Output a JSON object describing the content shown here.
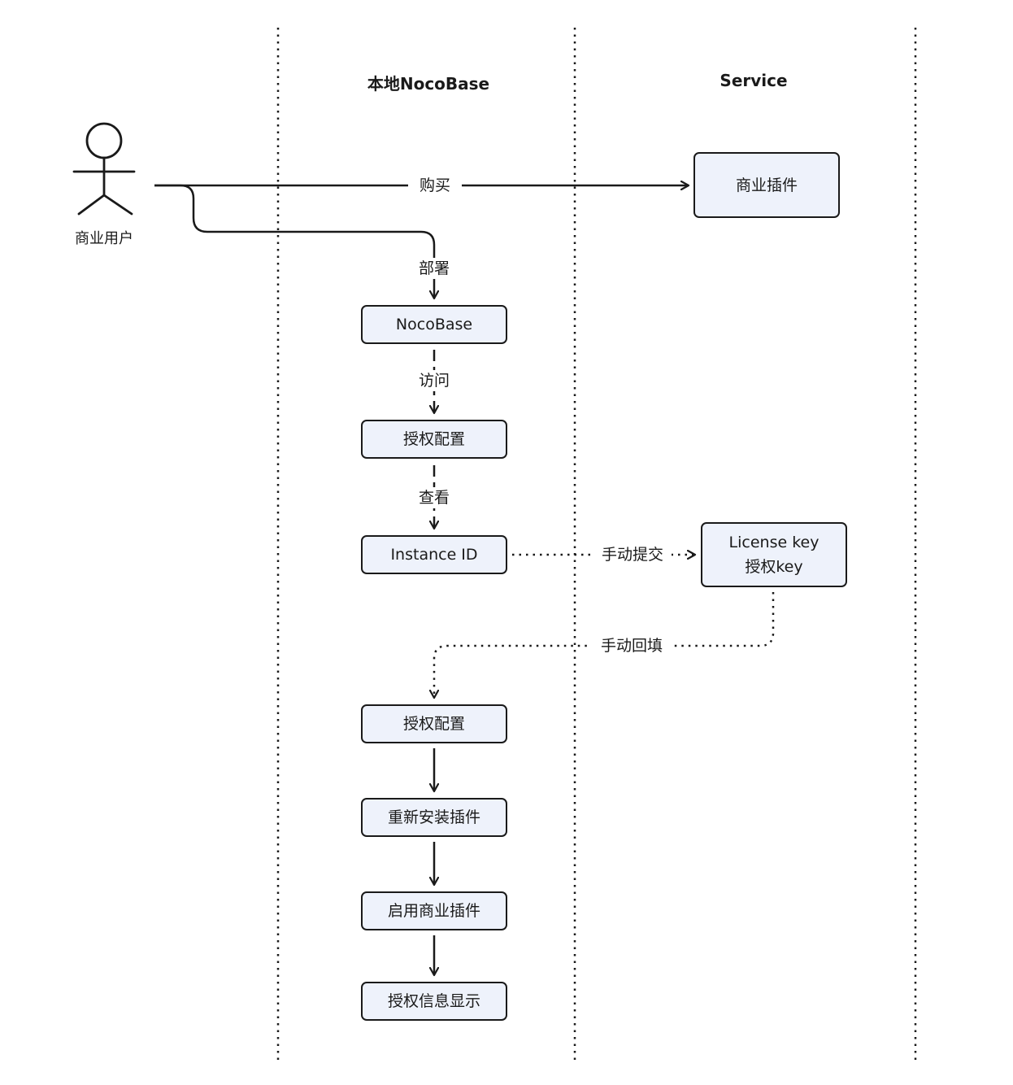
{
  "lanes": {
    "local": "本地NocoBase",
    "service": "Service"
  },
  "actor": {
    "label": "商业用户"
  },
  "nodes": {
    "commercial_plugin": "商业插件",
    "nocobase": "NocoBase",
    "license_config_1": "授权配置",
    "instance_id": "Instance ID",
    "license_key_line1": "License key",
    "license_key_line2": "授权key",
    "license_config_2": "授权配置",
    "reinstall_plugins": "重新安装插件",
    "enable_plugins": "启用商业插件",
    "license_info": "授权信息显示"
  },
  "edges": {
    "buy": "购买",
    "deploy": "部署",
    "visit": "访问",
    "view": "查看",
    "submit": "手动提交",
    "backfill": "手动回填"
  }
}
